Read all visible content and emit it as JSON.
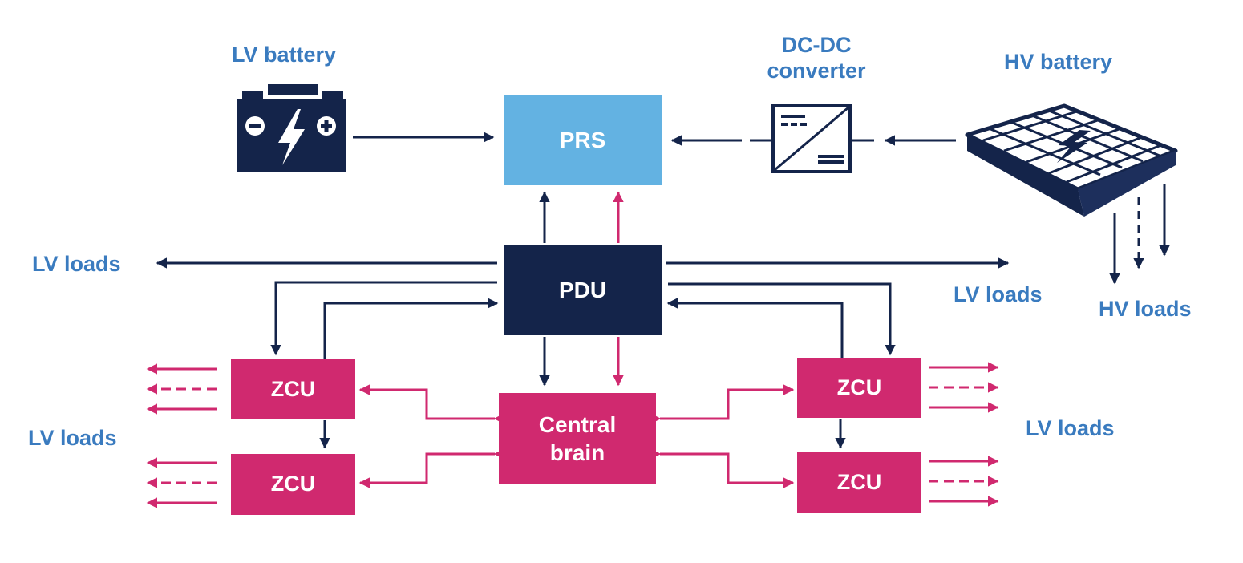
{
  "colors": {
    "label_blue": "#3A7BBF",
    "navy": "#14244A",
    "magenta": "#D0296F",
    "prs_blue": "#63B2E2",
    "white": "#FFFFFF"
  },
  "icons": [
    "car-battery-icon",
    "dc-dc-converter-icon",
    "hv-battery-pack-icon"
  ],
  "labels": {
    "lv_battery": "LV battery",
    "dc_dc_converter": "DC-DC\nconverter",
    "hv_battery": "HV battery",
    "lv_loads_left_top": "LV loads",
    "lv_loads_right_mid": "LV loads",
    "hv_loads": "HV loads",
    "lv_loads_left_bottom": "LV loads",
    "lv_loads_right_bottom": "LV loads"
  },
  "blocks": {
    "prs": "PRS",
    "pdu": "PDU",
    "central_brain": "Central\nbrain",
    "zcu_top_left": "ZCU",
    "zcu_bottom_left": "ZCU",
    "zcu_top_right": "ZCU",
    "zcu_bottom_right": "ZCU"
  }
}
